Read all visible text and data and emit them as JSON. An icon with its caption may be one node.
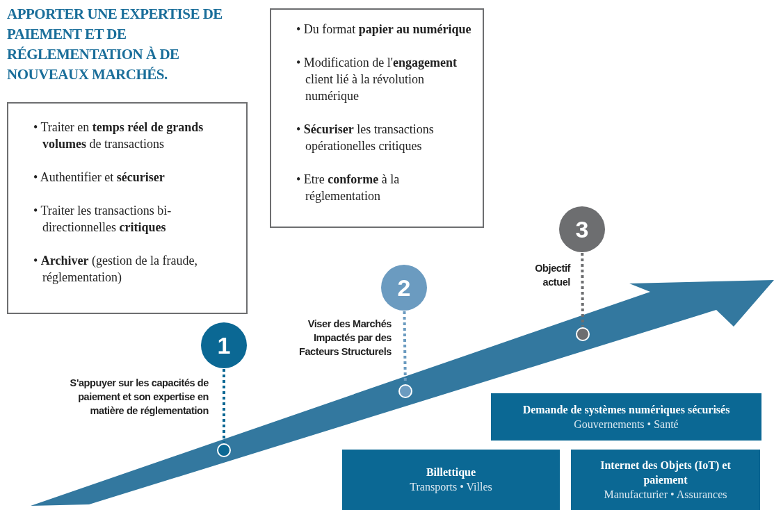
{
  "diagram": {
    "title": "APPORTER UNE EXPERTISE DE PAIEMENT ET DE RÉGLEMENTATION À DE NOUVEAUX MARCHÉS.",
    "nodes": [
      {
        "text": [
          "• Traiter en **temps réel de grands volumes** de transactions",
          "• Authentifier et **sécuriser**",
          "• Traiter les transactions bi-directionnelles **critiques**",
          "• **Archiver** (gestion de la fraude, réglementation)"
        ]
      },
      {
        "text": [
          "• Du format **papier au numérique**",
          "• Modification de l'**engagement** client lié à la révolution numérique",
          "• **Sécuriser** les transactions opérationelles critiques",
          "• Etre **conforme** à la réglementation"
        ]
      },
      {
        "text": [],
        "shape": "arrow"
      },
      {
        "text": [
          "1"
        ]
      },
      {
        "text": [],
        "shape": "circle",
        "in": 2
      },
      {
        "text": [
          "2"
        ]
      },
      {
        "text": [],
        "shape": "circle",
        "in": 2
      },
      {
        "text": [
          "3"
        ]
      },
      {
        "text": [],
        "shape": "circle",
        "in": 2
      },
      {
        "text": [
          "Demande de systèmes numériques sécurisés",
          "Gouvernements • Santé"
        ]
      },
      {
        "text": [
          "Billettique",
          "Transports • Villes"
        ]
      },
      {
        "text": [
          "Internet des Objets (IoT) et paiement",
          "Manufacturier • Assurances"
        ]
      }
    ],
    "edges": [
      {
        "from": 3,
        "to": 4,
        "arrow": "none",
        "style": "dashed",
        "color": "#0b6894"
      },
      {
        "from": 5,
        "to": 6,
        "arrow": "none",
        "style": "dashed",
        "color": "#6b9bc0"
      },
      {
        "from": 7,
        "to": 8,
        "arrow": "none",
        "style": "dashed",
        "color": "#6d6e70"
      }
    ],
    "labels": [
      "Objectif actuel",
      "Viser des Marchés Impactés par des Facteurs Structurels",
      "S'appuyer sur les capacités de paiement et son expertise en matière de réglementation"
    ]
  }
}
